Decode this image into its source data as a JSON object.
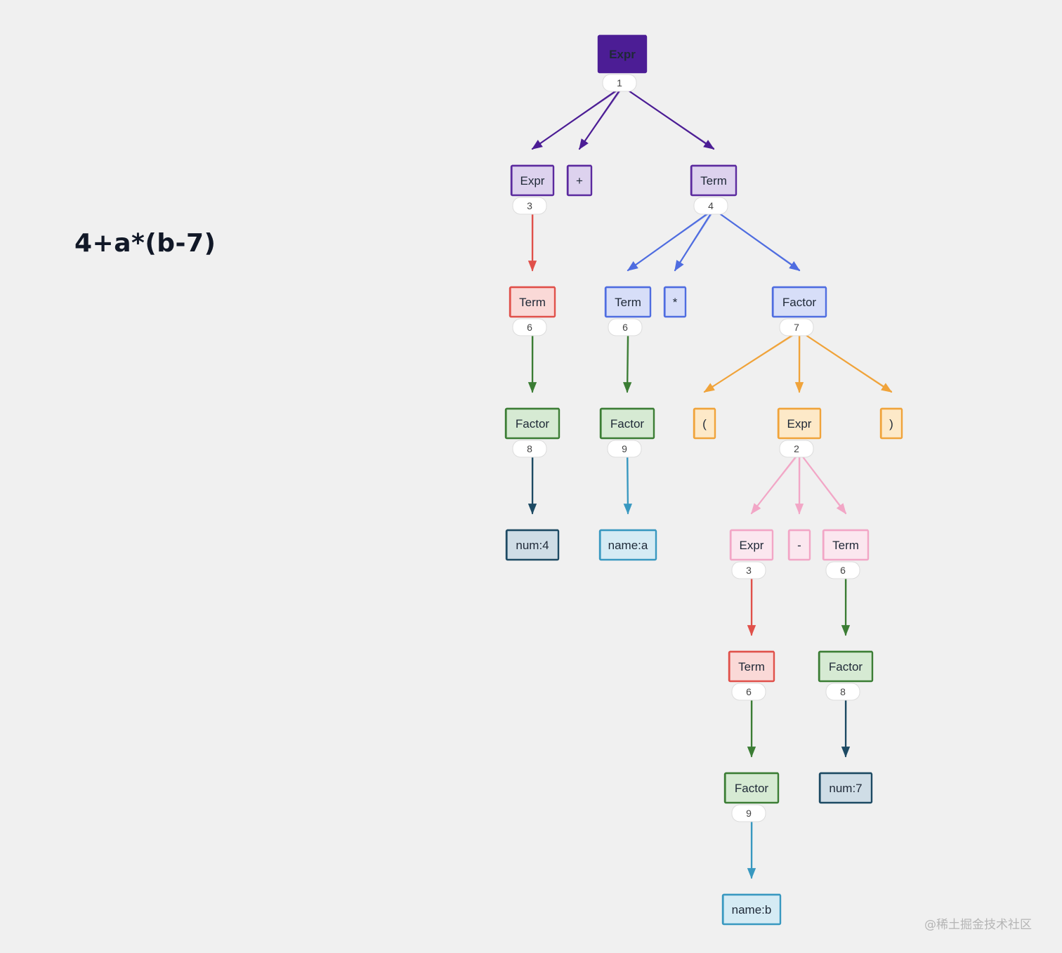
{
  "expression": "4+a*(b-7)",
  "watermark": "@稀土掘金技术社区",
  "palette": {
    "expr_root": {
      "stroke": "#4c1d95",
      "fill": "#4c1d95",
      "text": "#ffffff"
    },
    "expr": {
      "stroke": "#5b2a9e",
      "fill": "#ddd2ee"
    },
    "term_blue": {
      "stroke": "#4f6de0",
      "fill": "#d7def8"
    },
    "term_red": {
      "stroke": "#e0504a",
      "fill": "#fad9d7"
    },
    "factor_green": {
      "stroke": "#3b7d34",
      "fill": "#d6ead3"
    },
    "num": {
      "stroke": "#1d4a63",
      "fill": "#cfdde6"
    },
    "name": {
      "stroke": "#3898c0",
      "fill": "#d5ebf4"
    },
    "paren": {
      "stroke": "#f0a33a",
      "fill": "#fde9c8"
    },
    "pink": {
      "stroke": "#f2a6c6",
      "fill": "#fbe7ef"
    }
  },
  "diagram": {
    "nodes": [
      {
        "id": "n1",
        "label": "Expr",
        "num": "1",
        "style": "expr_root"
      },
      {
        "id": "n2",
        "label": "Expr",
        "num": "3",
        "style": "expr"
      },
      {
        "id": "n3",
        "label": "+",
        "style": "expr"
      },
      {
        "id": "n4",
        "label": "Term",
        "num": "4",
        "style": "expr"
      },
      {
        "id": "n5",
        "label": "Term",
        "num": "6",
        "style": "term_red"
      },
      {
        "id": "n6",
        "label": "Term",
        "num": "6",
        "style": "term_blue"
      },
      {
        "id": "n7",
        "label": "*",
        "style": "term_blue"
      },
      {
        "id": "n8",
        "label": "Factor",
        "num": "7",
        "style": "term_blue"
      },
      {
        "id": "n9",
        "label": "Factor",
        "num": "8",
        "style": "factor_green"
      },
      {
        "id": "n10",
        "label": "Factor",
        "num": "9",
        "style": "factor_green"
      },
      {
        "id": "n11",
        "label": "(",
        "style": "paren"
      },
      {
        "id": "n12",
        "label": "Expr",
        "num": "2",
        "style": "paren"
      },
      {
        "id": "n13",
        "label": ")",
        "style": "paren"
      },
      {
        "id": "n14",
        "label": "num:4",
        "style": "num"
      },
      {
        "id": "n15",
        "label": "name:a",
        "style": "name"
      },
      {
        "id": "n16",
        "label": "Expr",
        "num": "3",
        "style": "pink"
      },
      {
        "id": "n17",
        "label": "-",
        "style": "pink"
      },
      {
        "id": "n18",
        "label": "Term",
        "num": "6",
        "style": "pink"
      },
      {
        "id": "n19",
        "label": "Term",
        "num": "6",
        "style": "term_red"
      },
      {
        "id": "n20",
        "label": "Factor",
        "num": "8",
        "style": "factor_green"
      },
      {
        "id": "n21",
        "label": "Factor",
        "num": "9",
        "style": "factor_green"
      },
      {
        "id": "n22",
        "label": "num:7",
        "style": "num"
      },
      {
        "id": "n23",
        "label": "name:b",
        "style": "name"
      }
    ],
    "edges": [
      {
        "from": "n1",
        "to": "n2",
        "color": "#4c1d95"
      },
      {
        "from": "n1",
        "to": "n3",
        "color": "#4c1d95"
      },
      {
        "from": "n1",
        "to": "n4",
        "color": "#4c1d95"
      },
      {
        "from": "n2",
        "to": "n5",
        "color": "#e0504a"
      },
      {
        "from": "n4",
        "to": "n6",
        "color": "#4f6de0"
      },
      {
        "from": "n4",
        "to": "n7",
        "color": "#4f6de0"
      },
      {
        "from": "n4",
        "to": "n8",
        "color": "#4f6de0"
      },
      {
        "from": "n5",
        "to": "n9",
        "color": "#3b7d34"
      },
      {
        "from": "n6",
        "to": "n10",
        "color": "#3b7d34"
      },
      {
        "from": "n8",
        "to": "n11",
        "color": "#f0a33a"
      },
      {
        "from": "n8",
        "to": "n12",
        "color": "#f0a33a"
      },
      {
        "from": "n8",
        "to": "n13",
        "color": "#f0a33a"
      },
      {
        "from": "n9",
        "to": "n14",
        "color": "#1d4a63"
      },
      {
        "from": "n10",
        "to": "n15",
        "color": "#3898c0"
      },
      {
        "from": "n12",
        "to": "n16",
        "color": "#f2a6c6"
      },
      {
        "from": "n12",
        "to": "n17",
        "color": "#f2a6c6"
      },
      {
        "from": "n12",
        "to": "n18",
        "color": "#f2a6c6"
      },
      {
        "from": "n16",
        "to": "n19",
        "color": "#e0504a"
      },
      {
        "from": "n18",
        "to": "n20",
        "color": "#3b7d34"
      },
      {
        "from": "n19",
        "to": "n21",
        "color": "#3b7d34"
      },
      {
        "from": "n20",
        "to": "n22",
        "color": "#1d4a63"
      },
      {
        "from": "n21",
        "to": "n23",
        "color": "#3898c0"
      }
    ]
  }
}
